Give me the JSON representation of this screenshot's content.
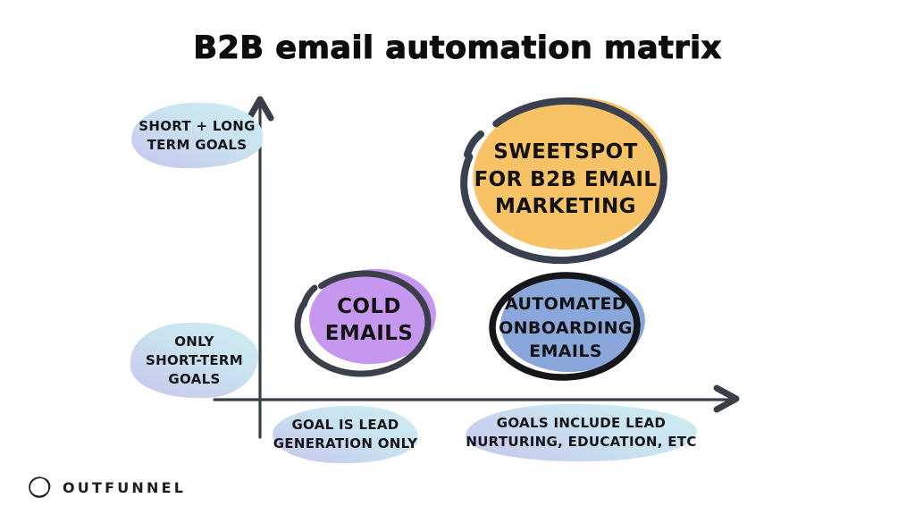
{
  "title": "B2B email automation matrix",
  "axes": {
    "y_axis_top_label": "SHORT + LONG\nTERM GOALS",
    "y_axis_bottom_label": "ONLY\nSHORT-TERM\nGOALS",
    "x_axis_left_label": "GOAL IS LEAD\nGENERATION ONLY",
    "x_axis_right_label": "GOALS INCLUDE LEAD\nNURTURING, EDUCATION, ETC"
  },
  "bubbles": {
    "sweetspot": {
      "label": "SWEETSPOT\nFOR B2B EMAIL\nMARKETING",
      "fill": "#f8c367",
      "outline": "#3a4050",
      "quadrant": "high automation goals / broad goals"
    },
    "cold_emails": {
      "label": "COLD\nEMAILS",
      "fill": "#c697ef",
      "outline": "#3a3f4a",
      "quadrant": "short-term goals / lead generation only"
    },
    "automated_onboarding": {
      "label": "AUTOMATED\nONBOARDING\nEMAILS",
      "fill": "#8aa7db",
      "outline": "#15161a",
      "quadrant": "short-term goals / nurturing and education"
    }
  },
  "brand": {
    "name": "OUTFUNNEL"
  },
  "colors": {
    "axis": "#3a3f47",
    "text": "#141414",
    "label_blob_top": "#cdebf1",
    "label_blob_bottom": "#c7c8ee",
    "background": "#ffffff"
  }
}
